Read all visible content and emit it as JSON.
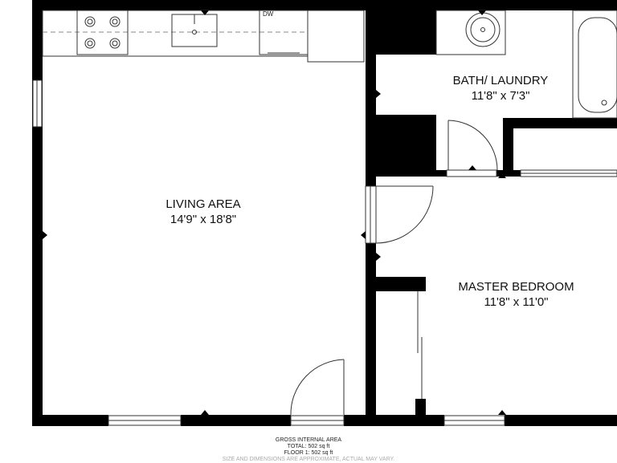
{
  "rooms": {
    "living": {
      "name": "LIVING AREA",
      "dims": "14'9\" x 18'8\""
    },
    "bath": {
      "name": "BATH/ LAUNDRY",
      "dims": "11'8\" x 7'3\""
    },
    "bedroom": {
      "name": "MASTER BEDROOM",
      "dims": "11'8\" x 11'0\""
    }
  },
  "fixtures": {
    "dishwasher": "DW"
  },
  "footer": {
    "line1": "GROSS INTERNAL AREA",
    "line2": "TOTAL: 502 sq ft",
    "line3": "FLOOR 1: 502 sq ft",
    "line4": "SIZE AND DIMENSIONS ARE APPROXIMATE, ACTUAL MAY VARY."
  },
  "colors": {
    "wall": "#000000",
    "line": "#333333",
    "background": "#ffffff"
  }
}
